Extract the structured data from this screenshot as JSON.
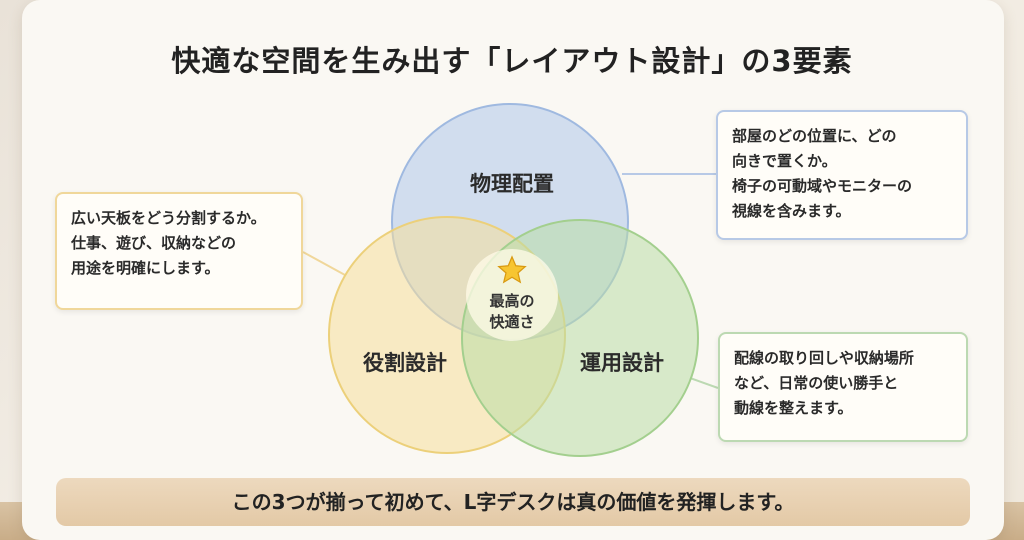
{
  "title": "快適な空間を生み出す「レイアウト設計」の3要素",
  "diagram": {
    "circles": [
      {
        "label": "物理配置",
        "color": "#aec6ea"
      },
      {
        "label": "役割設計",
        "color": "#f5df9a"
      },
      {
        "label": "運用設計",
        "color": "#b9dca6"
      }
    ],
    "center": {
      "icon": "star-icon",
      "text": "最高の\n快適さ"
    }
  },
  "notes": {
    "left": "広い天板をどう分割するか。\n仕事、遊び、収納などの\n用途を明確にします。",
    "top_right": "部屋のどの位置に、どの\n向きで置くか。\n椅子の可動域やモニターの\n視線を含みます。",
    "bottom_right": "配線の取り回しや収納場所\nなど、日常の使い勝手と\n動線を整えます。"
  },
  "banner": "この3つが揃って初めて、L字デスクは真の価値を発揮します。"
}
